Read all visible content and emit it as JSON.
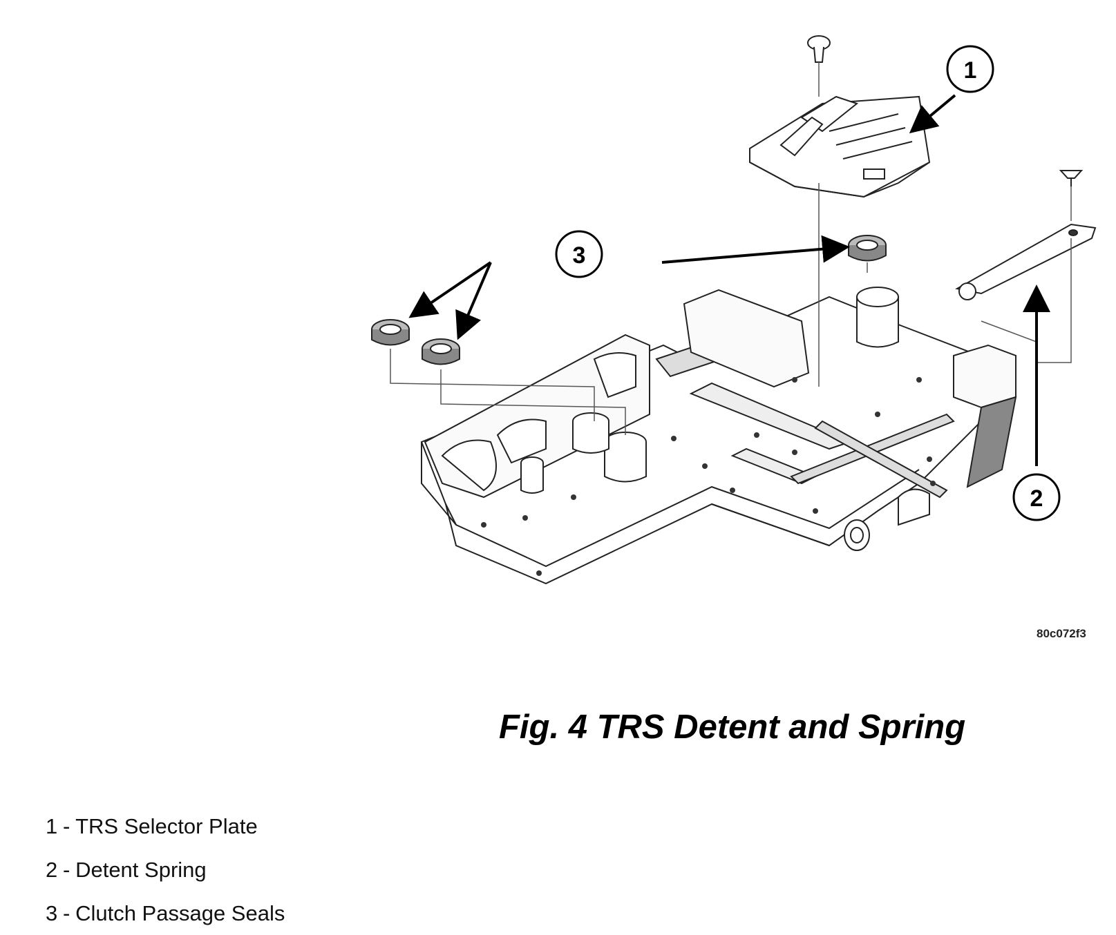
{
  "figure": {
    "caption": "Fig. 4 TRS Detent and Spring",
    "image_code": "80c072f3"
  },
  "callouts": [
    {
      "number": "1",
      "label": "TRS Selector Plate"
    },
    {
      "number": "2",
      "label": "Detent Spring"
    },
    {
      "number": "3",
      "label": "Clutch Passage Seals"
    }
  ],
  "legend_separator": "-"
}
